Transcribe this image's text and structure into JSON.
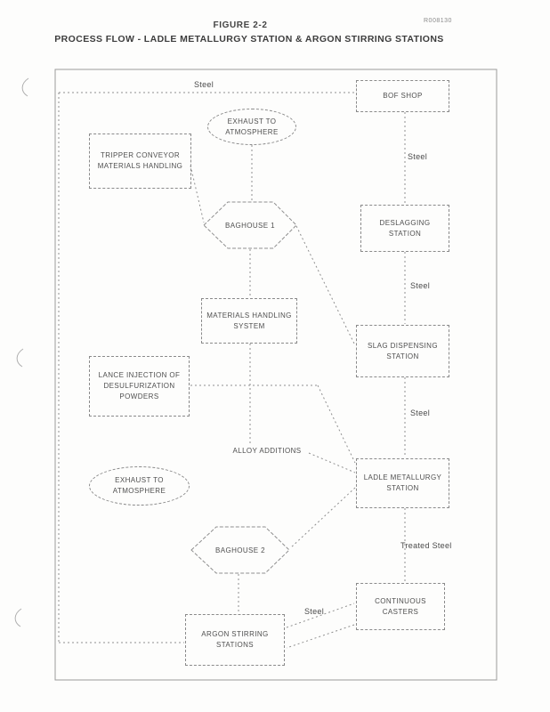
{
  "header": {
    "figure_label": "FIGURE 2-2",
    "title": "PROCESS FLOW - LADLE METALLURGY STATION & ARGON STIRRING STATIONS",
    "doc_number": "R008130"
  },
  "nodes": {
    "bof_shop": "BOF SHOP",
    "exhaust_atmosphere_top": "EXHAUST TO ATMOSPHERE",
    "tripper_conveyor": "TRIPPER CONVEYOR MATERIALS HANDLING",
    "baghouse_1": "BAGHOUSE 1",
    "deslagging_station": "DESLAGGING STATION",
    "materials_handling_system": "MATERIALS HANDLING SYSTEM",
    "slag_dispensing_station": "SLAG DISPENSING STATION",
    "lance_injection": "LANCE INJECTION OF DESULFURIZATION POWDERS",
    "alloy_additions": "ALLOY ADDITIONS",
    "exhaust_atmosphere_left": "EXHAUST TO ATMOSPHERE",
    "ladle_metallurgy_station": "LADLE METALLURGY STATION",
    "baghouse_2": "BAGHOUSE 2",
    "continuous_casters": "CONTINUOUS CASTERS",
    "argon_stirring_stations": "ARGON STIRRING STATIONS"
  },
  "edge_labels": {
    "steel": "Steel",
    "treated_steel": "Treated Steel"
  }
}
